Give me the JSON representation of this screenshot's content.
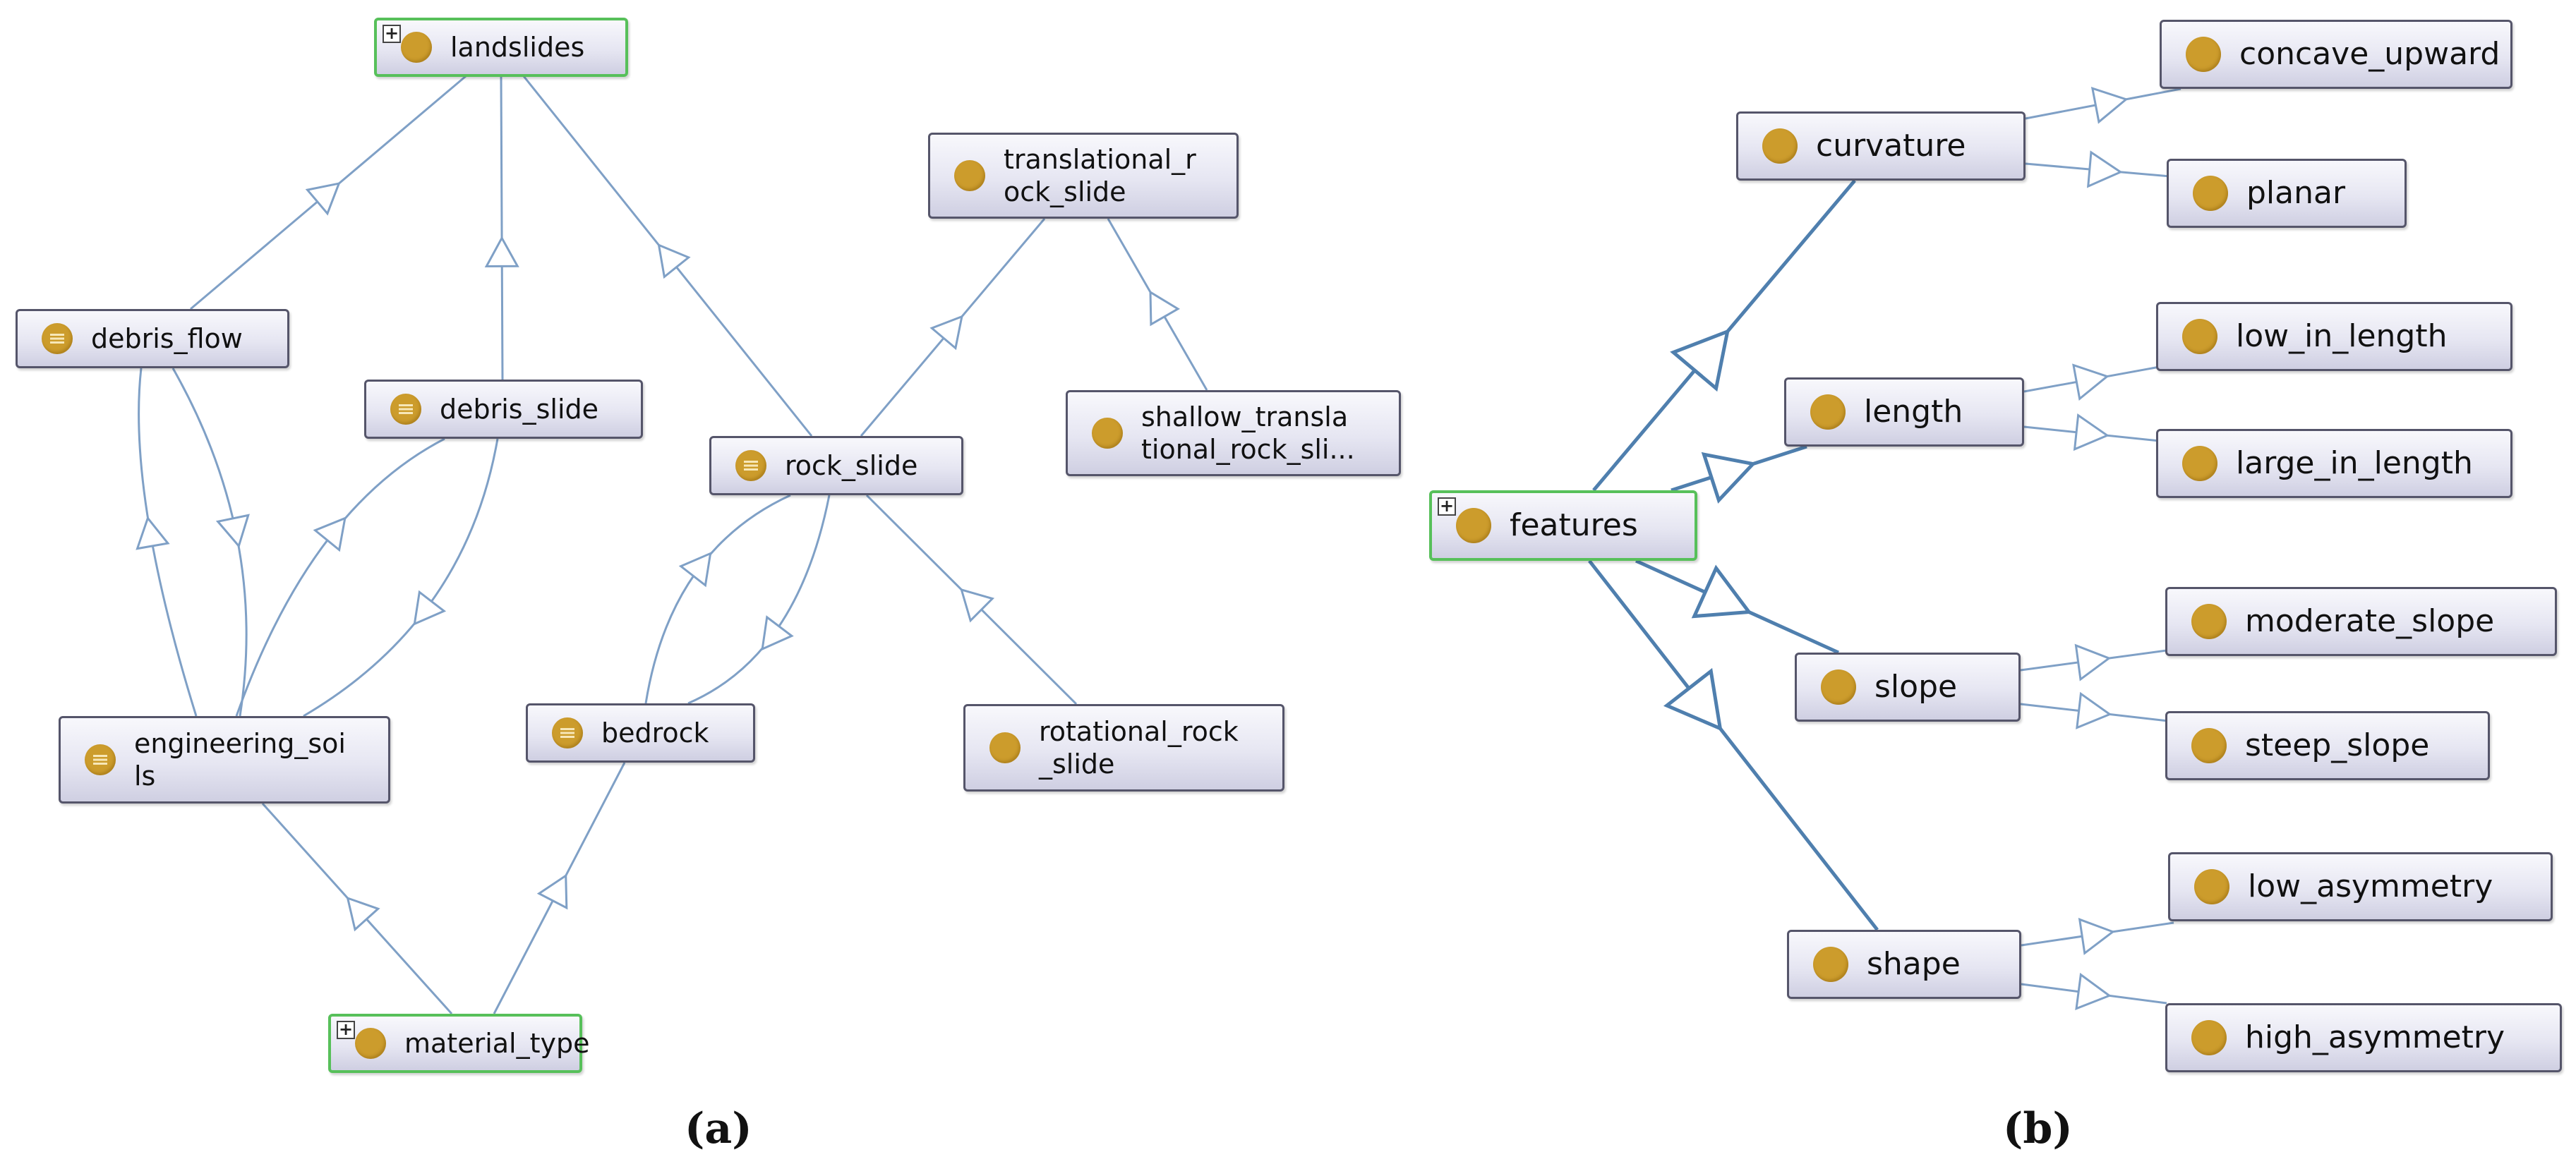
{
  "panels": {
    "a_label": "(a)",
    "b_label": "(b)"
  },
  "panel_a": {
    "nodes": {
      "landslides": "landslides",
      "debris_flow": "debris_flow",
      "debris_slide": "debris_slide",
      "rock_slide": "rock_slide",
      "translational_rock_slide": "translational_r\nock_slide",
      "shallow_translational": "shallow_transla\ntional_rock_sli...",
      "engineering_soils": "engineering_soi\nls",
      "bedrock": "bedrock",
      "rotational_rock_slide": "rotational_rock\n_slide",
      "material_type": "material_type"
    }
  },
  "panel_b": {
    "nodes": {
      "features": "features",
      "curvature": "curvature",
      "concave_upward": "concave_upward",
      "planar": "planar",
      "length": "length",
      "low_in_length": "low_in_length",
      "large_in_length": "large_in_length",
      "slope": "slope",
      "moderate_slope": "moderate_slope",
      "steep_slope": "steep_slope",
      "shape": "shape",
      "low_asymmetry": "low_asymmetry",
      "high_asymmetry": "high_asymmetry"
    }
  },
  "colors": {
    "edge_a": "#7fa0c6",
    "edge_b": "#4f7fae",
    "root_border": "#57c05a",
    "dot": "#cc9c2c"
  }
}
